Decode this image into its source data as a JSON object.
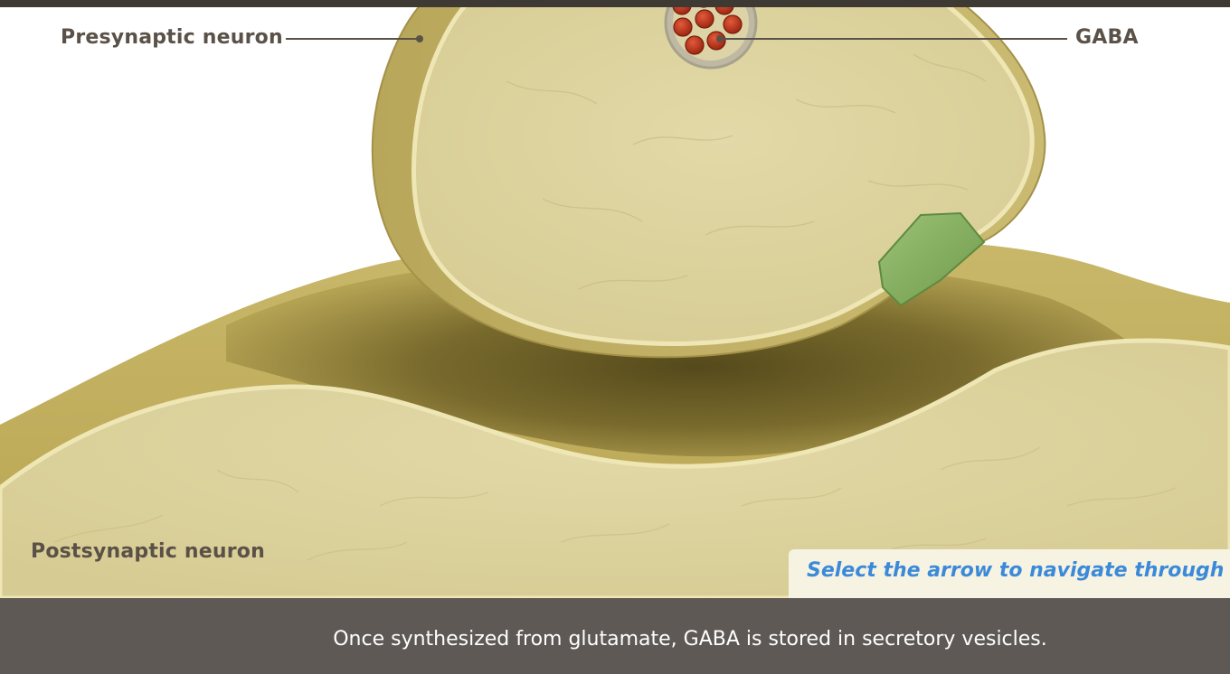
{
  "labels": {
    "presynaptic": "Presynaptic neuron",
    "gaba": "GABA",
    "postsynaptic": "Postsynaptic neuron"
  },
  "hint": {
    "text": "Select the arrow to navigate through t"
  },
  "caption": {
    "text": "Once synthesized from glutamate, GABA is stored in secretory vesicles."
  },
  "colors": {
    "top_bar": "#3e3a33",
    "cell_fill": "#ddd3a0",
    "cell_border": "#b9a85e",
    "cleft_shadow": "#6b5e24",
    "vesicle_red": "#c0341f",
    "receptor_green": "#8fb56a",
    "label_text": "#5a5148",
    "hint_text": "#3b8ad9",
    "caption_bg": "#5e5955",
    "caption_text": "#ffffff"
  },
  "icons": [
    "vesicle-icon",
    "gaba-molecule-icon",
    "receptor-icon"
  ]
}
